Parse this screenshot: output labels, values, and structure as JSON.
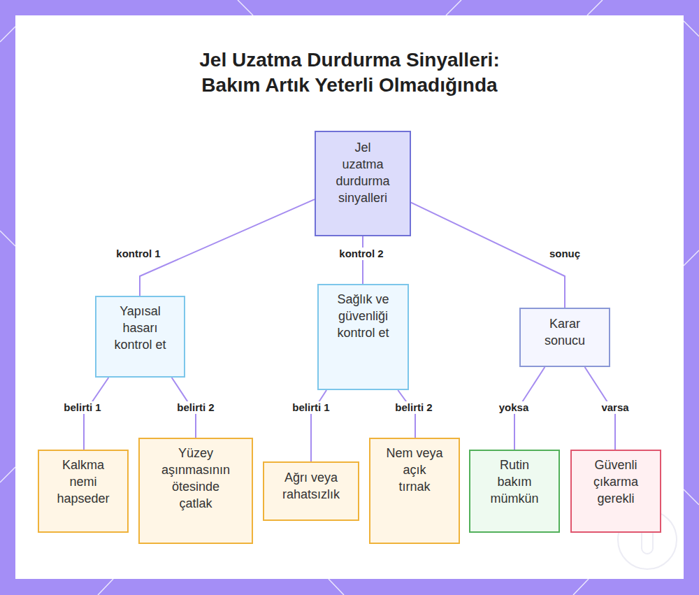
{
  "diagram": {
    "title": "Jel Uzatma Durdurma Sinyalleri: Bakım Artık Yeterli Olmadığında",
    "nodes": [
      {
        "text": [
          "Jel uzatma durdurma sinyalleri"
        ]
      },
      {
        "text": [
          "Yapısal hasarı kontrol et"
        ]
      },
      {
        "text": [
          "Sağlık ve güvenliği kontrol et"
        ]
      },
      {
        "text": [
          "Karar sonucu"
        ]
      },
      {
        "text": [
          "Kalkma nemi hapseder"
        ]
      },
      {
        "text": [
          "Yüzey aşınmasının ötesinde çatlak"
        ]
      },
      {
        "text": [
          "Ağrı veya rahatsızlık"
        ]
      },
      {
        "text": [
          "Nem veya açık tırnak"
        ]
      },
      {
        "text": [
          "Rutin bakım mümkün"
        ]
      },
      {
        "text": [
          "Güvenli çıkarma gerekli"
        ]
      }
    ],
    "edges": [
      {
        "from": 0,
        "to": 1,
        "arrow": "none",
        "label": "kontrol 1"
      },
      {
        "from": 0,
        "to": 2,
        "arrow": "none",
        "label": "kontrol 2"
      },
      {
        "from": 0,
        "to": 3,
        "arrow": "none",
        "label": "sonuç"
      },
      {
        "from": 1,
        "to": 4,
        "arrow": "none",
        "label": "belirti 1"
      },
      {
        "from": 1,
        "to": 5,
        "arrow": "none",
        "label": "belirti 2"
      },
      {
        "from": 2,
        "to": 6,
        "arrow": "none",
        "label": "belirti 1"
      },
      {
        "from": 2,
        "to": 7,
        "arrow": "none",
        "label": "belirti 2"
      },
      {
        "from": 3,
        "to": 8,
        "arrow": "none",
        "label": "yoksa"
      },
      {
        "from": 3,
        "to": 9,
        "arrow": "none",
        "label": "varsa"
      }
    ]
  }
}
